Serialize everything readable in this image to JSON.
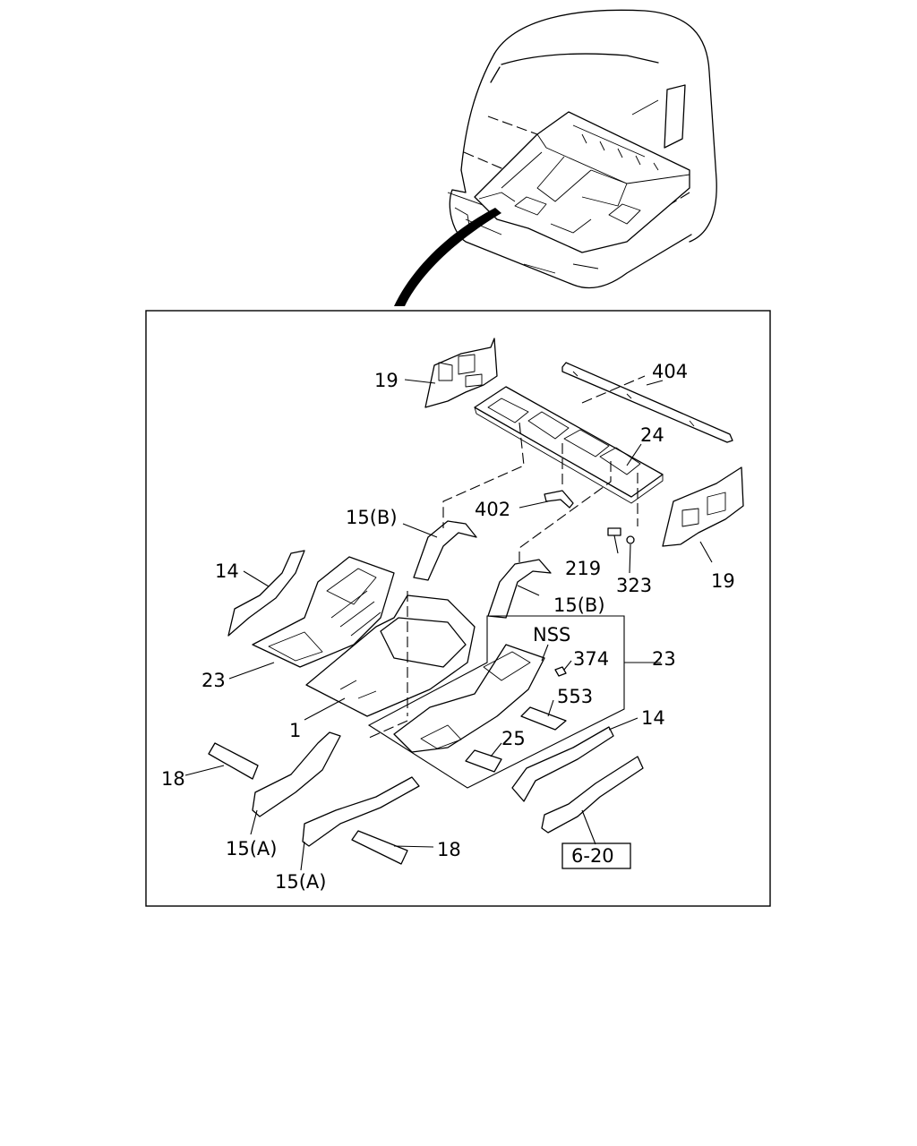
{
  "callouts": {
    "c19_top": "19",
    "c404": "404",
    "c24": "24",
    "c402": "402",
    "c15b_left": "15(B)",
    "c219": "219",
    "c323": "323",
    "c19_right": "19",
    "c14_left": "14",
    "c15b_right": "15(B)",
    "c23_left": "23",
    "c23_right": "23",
    "c1": "1",
    "cNSS": "NSS",
    "c374": "374",
    "c553": "553",
    "c14_right": "14",
    "c25": "25",
    "c18_left": "18",
    "c18_right": "18",
    "c15a_left": "15(A)",
    "c15a_right": "15(A)",
    "c620": "6-20"
  }
}
